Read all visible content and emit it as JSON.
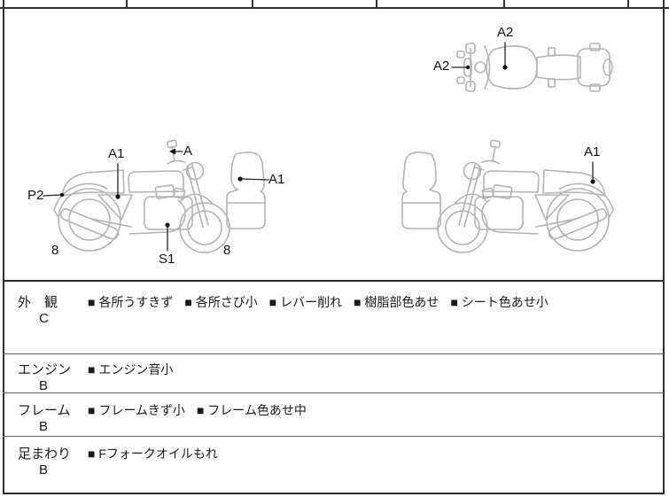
{
  "diagram": {
    "annotations": {
      "left_seat": "A1",
      "left_mirror": "A",
      "left_rear": "P2",
      "left_rear_wheel": "8",
      "left_engine": "S1",
      "left_front_wheel": "8",
      "left_cowl": "A1",
      "top_tank": "A2",
      "top_handlebar": "A2",
      "right_seat": "A1"
    }
  },
  "condition": {
    "bullet": "■",
    "rows": [
      {
        "label": "外　観",
        "grade": "C",
        "items": [
          "各所うすきず",
          "各所さび小",
          "レバー削れ",
          "樹脂部色あせ",
          "シート色あせ小"
        ]
      },
      {
        "label": "エンジン",
        "grade": "B",
        "items": [
          "エンジン音小"
        ]
      },
      {
        "label": "フレーム",
        "grade": "B",
        "items": [
          "フレームきず小",
          "フレーム色あせ中"
        ]
      },
      {
        "label": "足まわり",
        "grade": "B",
        "items": [
          "Fフォークオイルもれ"
        ]
      }
    ]
  },
  "colors": {
    "line_art": "#b3b3b3",
    "border_dark": "#2f2f2f",
    "divider": "#606060",
    "text": "#1a1a1a"
  }
}
